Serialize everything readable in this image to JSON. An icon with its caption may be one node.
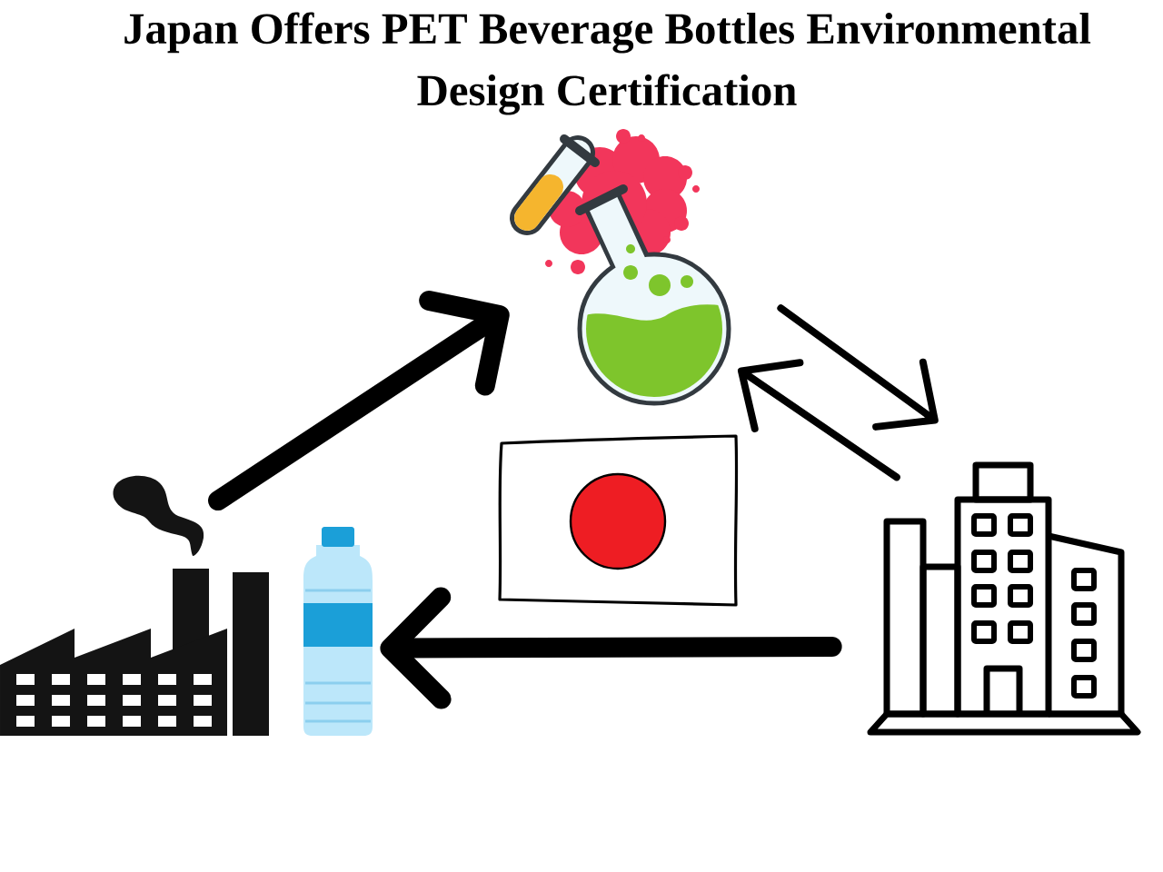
{
  "diagram": {
    "title": "Japan Offers PET Beverage Bottles Environmental Design Certification",
    "nodes": [
      {
        "text": [],
        "shape": "picture"
      },
      {
        "text": [],
        "shape": "picture"
      },
      {
        "text": [],
        "shape": "picture"
      },
      {
        "text": [],
        "shape": "picture"
      },
      {
        "text": [],
        "shape": "picture"
      }
    ],
    "edges": [
      {
        "from": 0,
        "to": 2,
        "arrow": "to",
        "style": "thick"
      },
      {
        "from": 2,
        "to": 3,
        "arrow": "to"
      },
      {
        "from": 3,
        "to": 2,
        "arrow": "to"
      },
      {
        "from": 3,
        "to": 1,
        "arrow": "to",
        "style": "thick"
      }
    ]
  }
}
